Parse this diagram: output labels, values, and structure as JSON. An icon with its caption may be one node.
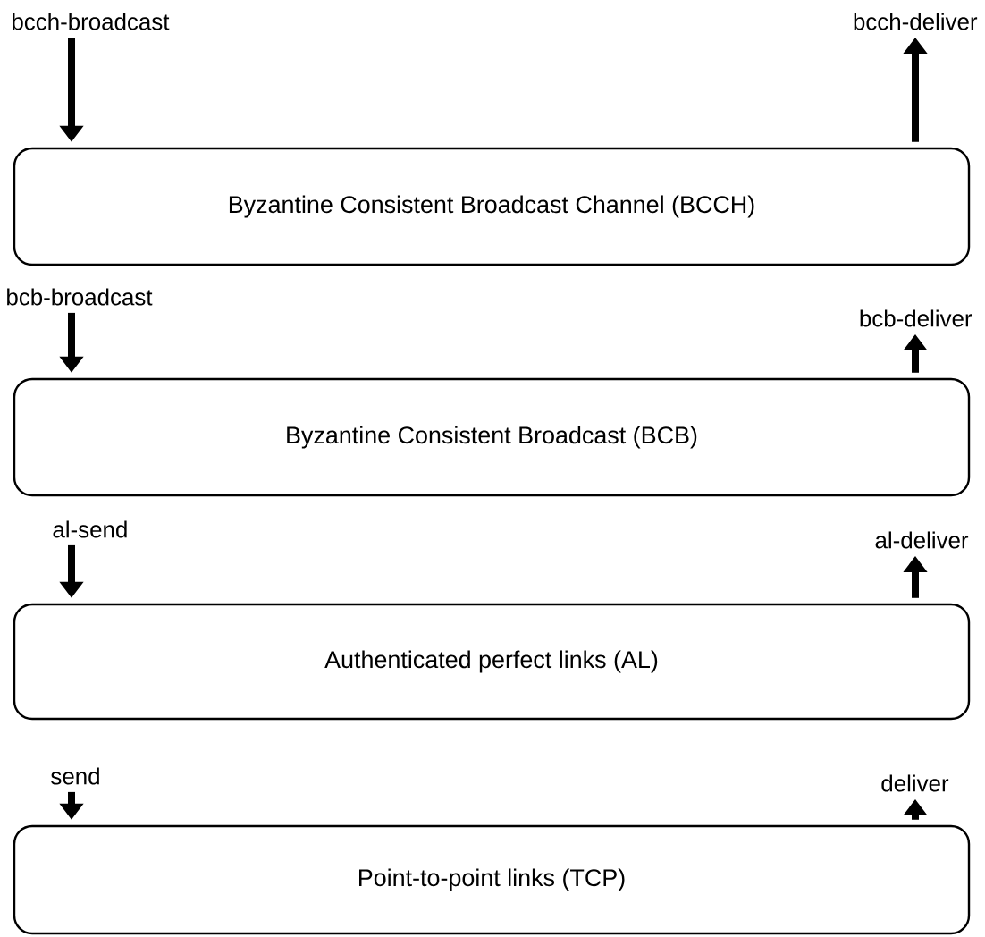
{
  "diagram": {
    "nodes": [
      {
        "text": [
          "bcch-broadcast"
        ]
      },
      {
        "text": [
          "bcch-deliver"
        ]
      },
      {
        "text": [
          "Byzantine Consistent Broadcast Channel (BCCH)"
        ]
      },
      {
        "text": [
          "bcb-broadcast"
        ]
      },
      {
        "text": [
          "bcb-deliver"
        ]
      },
      {
        "text": [
          "Byzantine Consistent Broadcast (BCB)"
        ]
      },
      {
        "text": [
          "al-send"
        ]
      },
      {
        "text": [
          "al-deliver"
        ]
      },
      {
        "text": [
          "Authenticated perfect links (AL)"
        ]
      },
      {
        "text": [
          "send"
        ]
      },
      {
        "text": [
          "deliver"
        ]
      },
      {
        "text": [
          "Point-to-point links (TCP)"
        ]
      }
    ],
    "edges": [
      {
        "from": 0,
        "to": 2,
        "arrow": "to"
      },
      {
        "from": 2,
        "to": 1,
        "arrow": "to"
      },
      {
        "from": 3,
        "to": 5,
        "arrow": "to"
      },
      {
        "from": 5,
        "to": 4,
        "arrow": "to"
      },
      {
        "from": 6,
        "to": 8,
        "arrow": "to"
      },
      {
        "from": 8,
        "to": 7,
        "arrow": "to"
      },
      {
        "from": 9,
        "to": 11,
        "arrow": "to"
      },
      {
        "from": 11,
        "to": 10,
        "arrow": "to"
      }
    ]
  }
}
